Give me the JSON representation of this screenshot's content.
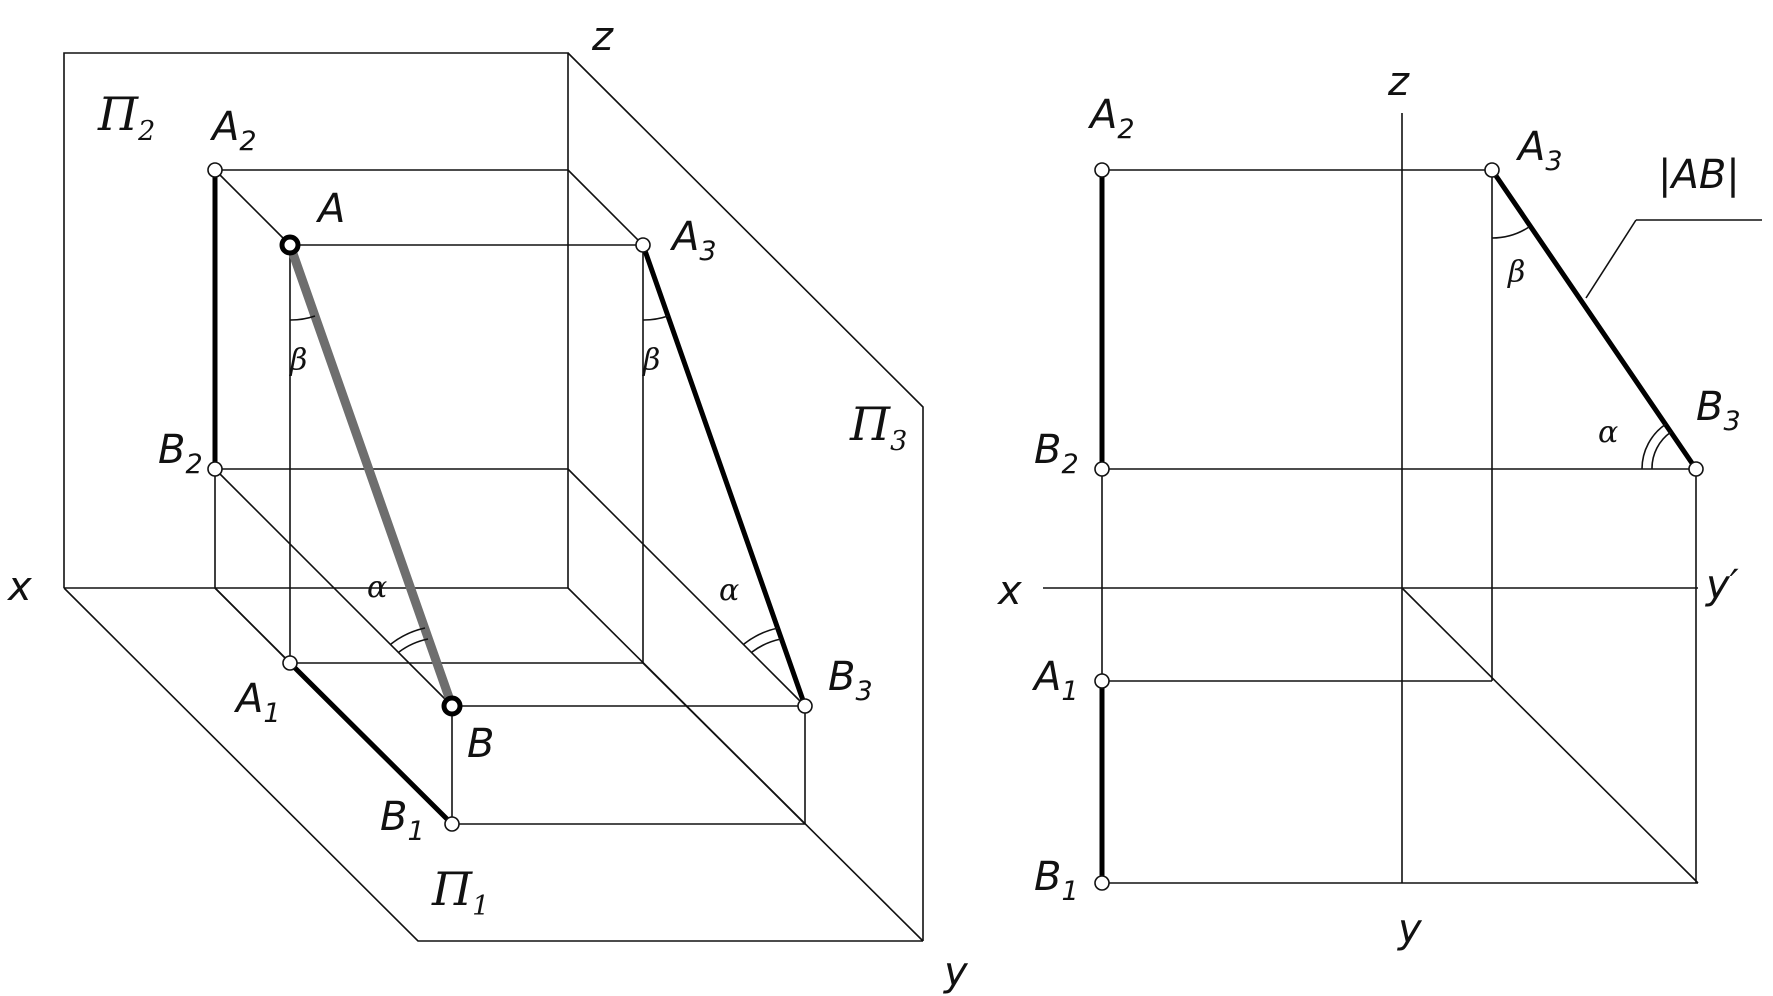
{
  "left_view": {
    "axes": {
      "x": "x",
      "y": "y",
      "z": "z"
    },
    "planes": {
      "p1": "П",
      "p1_sub": "1",
      "p2": "П",
      "p2_sub": "2",
      "p3": "П",
      "p3_sub": "3"
    },
    "points": {
      "A": "A",
      "B": "B",
      "A1": "A",
      "A1_sub": "1",
      "B1": "B",
      "B1_sub": "1",
      "A2": "A",
      "A2_sub": "2",
      "B2": "B",
      "B2_sub": "2",
      "A3": "A",
      "A3_sub": "3",
      "B3": "B",
      "B3_sub": "3"
    },
    "angles": {
      "alpha": "α",
      "beta": "β"
    }
  },
  "right_view": {
    "axes": {
      "x": "x",
      "y": "y",
      "y_prime": "y′",
      "z": "z"
    },
    "points": {
      "A1": "A",
      "A1_sub": "1",
      "B1": "B",
      "B1_sub": "1",
      "A2": "A",
      "A2_sub": "2",
      "B2": "B",
      "B2_sub": "2",
      "A3": "A",
      "A3_sub": "3",
      "B3": "B",
      "B3_sub": "3"
    },
    "angles": {
      "alpha": "α",
      "beta": "β"
    },
    "true_length_label": "|AB|"
  }
}
